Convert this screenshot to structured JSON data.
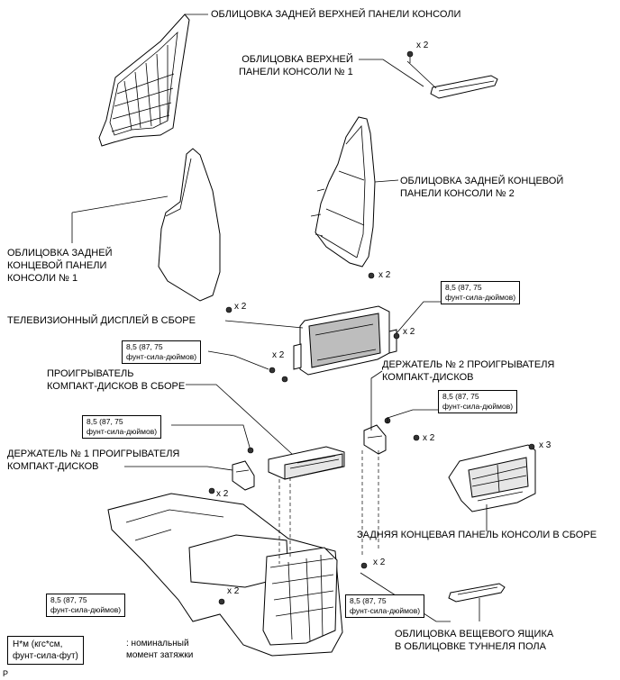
{
  "labels": {
    "rear_upper_panel_garnish": "ОБЛИЦОВКА ЗАДНЕЙ ВЕРХНЕЙ ПАНЕЛИ КОНСОЛИ",
    "upper_panel_garnish_1_line1": "ОБЛИЦОВКА ВЕРХНЕЙ",
    "upper_panel_garnish_1_line2": "ПАНЕЛИ КОНСОЛИ № 1",
    "rear_end_panel_garnish_2_line1": "ОБЛИЦОВКА ЗАДНЕЙ КОНЦЕВОЙ",
    "rear_end_panel_garnish_2_line2": "ПАНЕЛИ КОНСОЛИ № 2",
    "rear_end_panel_garnish_1_line1": "ОБЛИЦОВКА ЗАДНЕЙ",
    "rear_end_panel_garnish_1_line2": "КОНЦЕВОЙ ПАНЕЛИ",
    "rear_end_panel_garnish_1_line3": "КОНСОЛИ № 1",
    "tv_display_assembly": "ТЕЛЕВИЗИОННЫЙ ДИСПЛЕЙ В СБОРЕ",
    "cd_player_assembly_line1": "ПРОИГРЫВАТЕЛЬ",
    "cd_player_assembly_line2": "КОМПАКТ-ДИСКОВ В СБОРЕ",
    "cd_player_bracket_2_line1": "ДЕРЖАТЕЛЬ № 2 ПРОИГРЫВАТЕЛЯ",
    "cd_player_bracket_2_line2": "КОМПАКТ-ДИСКОВ",
    "cd_player_bracket_1_line1": "ДЕРЖАТЕЛЬ № 1 ПРОИГРЫВАТЕЛЯ",
    "cd_player_bracket_1_line2": "КОМПАКТ-ДИСКОВ",
    "rear_end_panel_assembly": "ЗАДНЯЯ КОНЦЕВАЯ ПАНЕЛЬ КОНСОЛИ В СБОРЕ",
    "box_garnish_line1": "ОБЛИЦОВКА ВЕЩЕВОГО ЯЩИКА",
    "box_garnish_line2": "В ОБЛИЦОВКЕ ТУННЕЛЯ ПОЛА"
  },
  "quantities": {
    "q_upper_garnish": "x 2",
    "q_end_panel_2": "x 2",
    "q_end_panel_1": "x 2",
    "q_tv_right": "x 2",
    "q_tv_left": "x 2",
    "q_bracket_2": "x 2",
    "q_bracket_1": "x 2",
    "q_rear_panel": "x 3",
    "q_console_right": "x 2",
    "q_console_left": "x 2"
  },
  "torque": {
    "line1": "8,5 (87, 75",
    "line2": "фунт-сила-дюймов)"
  },
  "legend": {
    "units_line1": "Н*м (кгс*см,",
    "units_line2": "фунт-сила-фут)",
    "desc_line1": ": номинальный",
    "desc_line2": "момент затяжки"
  },
  "figure_ref": "P"
}
